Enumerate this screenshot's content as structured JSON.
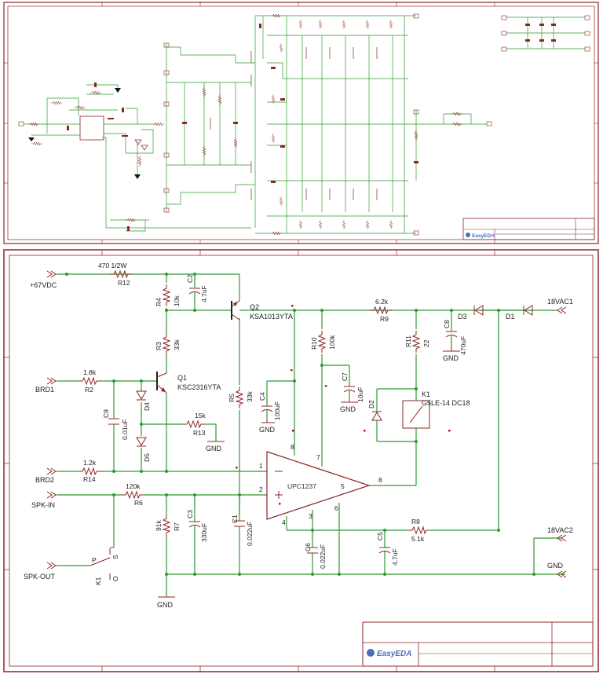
{
  "sheet_top": {
    "logo_text": "EasyEDA"
  },
  "sheet_bottom": {
    "logo_text": "EasyEDA",
    "ports": {
      "p67v": "+67VDC",
      "brd1": "BRD1",
      "brd2": "BRD2",
      "spkin": "SPK-IN",
      "spkout": "SPK-OUT",
      "ac1": "18VAC1",
      "ac2": "18VAC2",
      "gnd": "GND"
    },
    "components": {
      "R12": {
        "ref": "R12",
        "value": "470 1/2W"
      },
      "R4": {
        "ref": "R4",
        "value": "10k"
      },
      "C2": {
        "ref": "C2",
        "value": "4.7uF"
      },
      "Q2": {
        "ref": "Q2",
        "value": "KSA1013YTA"
      },
      "R3": {
        "ref": "R3",
        "value": "33k"
      },
      "Q1": {
        "ref": "Q1",
        "value": "KSC2316YTA"
      },
      "R5": {
        "ref": "R5",
        "value": "33k"
      },
      "C4": {
        "ref": "C4",
        "value": "100uF"
      },
      "R2": {
        "ref": "R2",
        "value": "1.8k"
      },
      "C9": {
        "ref": "C9",
        "value": "0.01uF"
      },
      "D4": {
        "ref": "D4"
      },
      "D5": {
        "ref": "D5"
      },
      "R13": {
        "ref": "R13",
        "value": "15k"
      },
      "R14": {
        "ref": "R14",
        "value": "1.2k"
      },
      "R6": {
        "ref": "R6",
        "value": "120k"
      },
      "R7": {
        "ref": "R7",
        "value": "91k"
      },
      "C3": {
        "ref": "C3",
        "value": "330uF"
      },
      "C1": {
        "ref": "C1",
        "value": "0.022uF"
      },
      "C6": {
        "ref": "C6",
        "value": "0.022uF"
      },
      "C5": {
        "ref": "C5",
        "value": "4.7uF"
      },
      "R8": {
        "ref": "R8",
        "value": "5.1k"
      },
      "R9": {
        "ref": "R9",
        "value": "6.2k"
      },
      "R10": {
        "ref": "R10",
        "value": "100k"
      },
      "C7": {
        "ref": "C7",
        "value": "10uF"
      },
      "R11": {
        "ref": "R11",
        "value": "22"
      },
      "C8": {
        "ref": "C8",
        "value": "470uF"
      },
      "D3": {
        "ref": "D3"
      },
      "D1": {
        "ref": "D1"
      },
      "D2": {
        "ref": "D2"
      },
      "K1": {
        "ref": "K1",
        "value": "G5LE-14 DC18"
      },
      "K1sw": {
        "ref": "K1"
      },
      "U1": {
        "ref": "UPC1237"
      }
    },
    "pins": {
      "p1": "1",
      "p2": "2",
      "p3": "3",
      "p4": "4",
      "p5": "5",
      "p6": "6",
      "p7": "7",
      "p8": "8",
      "sw_p": "P",
      "sw_s": "S",
      "sw_o": "O"
    }
  }
}
